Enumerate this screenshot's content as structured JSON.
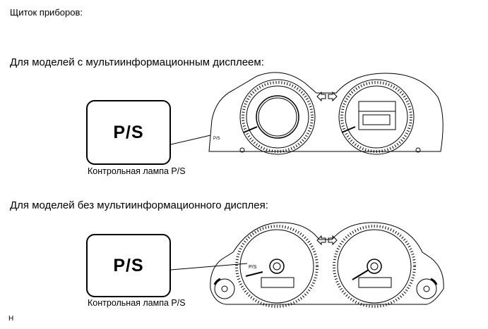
{
  "page_title": "Щиток приборов:",
  "sections": [
    {
      "heading": "Для моделей с мультиинформационным дисплеем:",
      "callout_label": "P/S",
      "gauge_label": "P/S",
      "caption": "Контрольная лампа P/S"
    },
    {
      "heading": "Для моделей без мультиинформационного дисплея:",
      "callout_label": "P/S",
      "gauge_label": "P/S",
      "caption": "Контрольная лампа P/S"
    }
  ],
  "figure_code": "H",
  "icons": [
    "turn-left-arrow-icon",
    "turn-right-arrow-icon"
  ]
}
